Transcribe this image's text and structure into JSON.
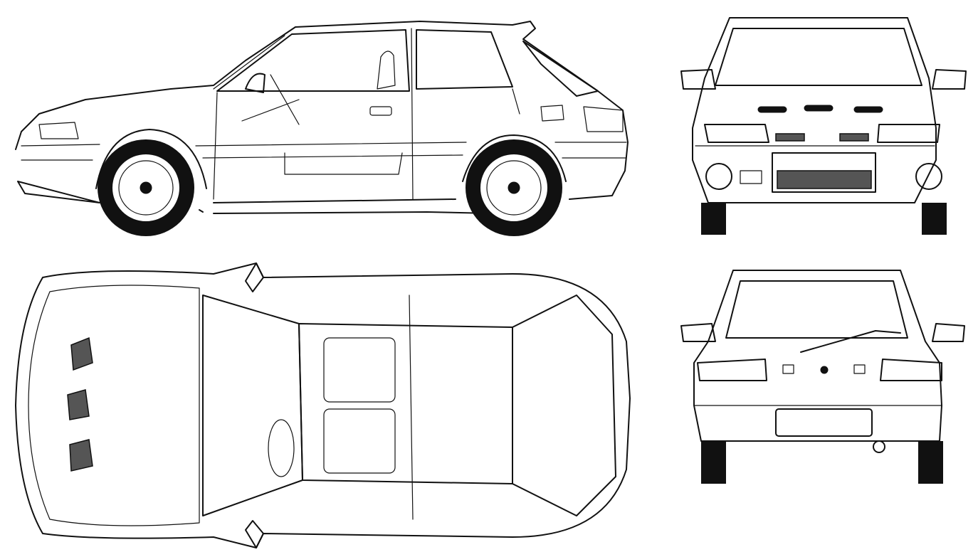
{
  "diagram": {
    "subject": "car blueprint",
    "views": {
      "side": "side-view",
      "front": "front-view",
      "top": "top-view",
      "rear": "rear-view"
    },
    "colors": {
      "line": "#111111",
      "background": "#ffffff"
    }
  }
}
